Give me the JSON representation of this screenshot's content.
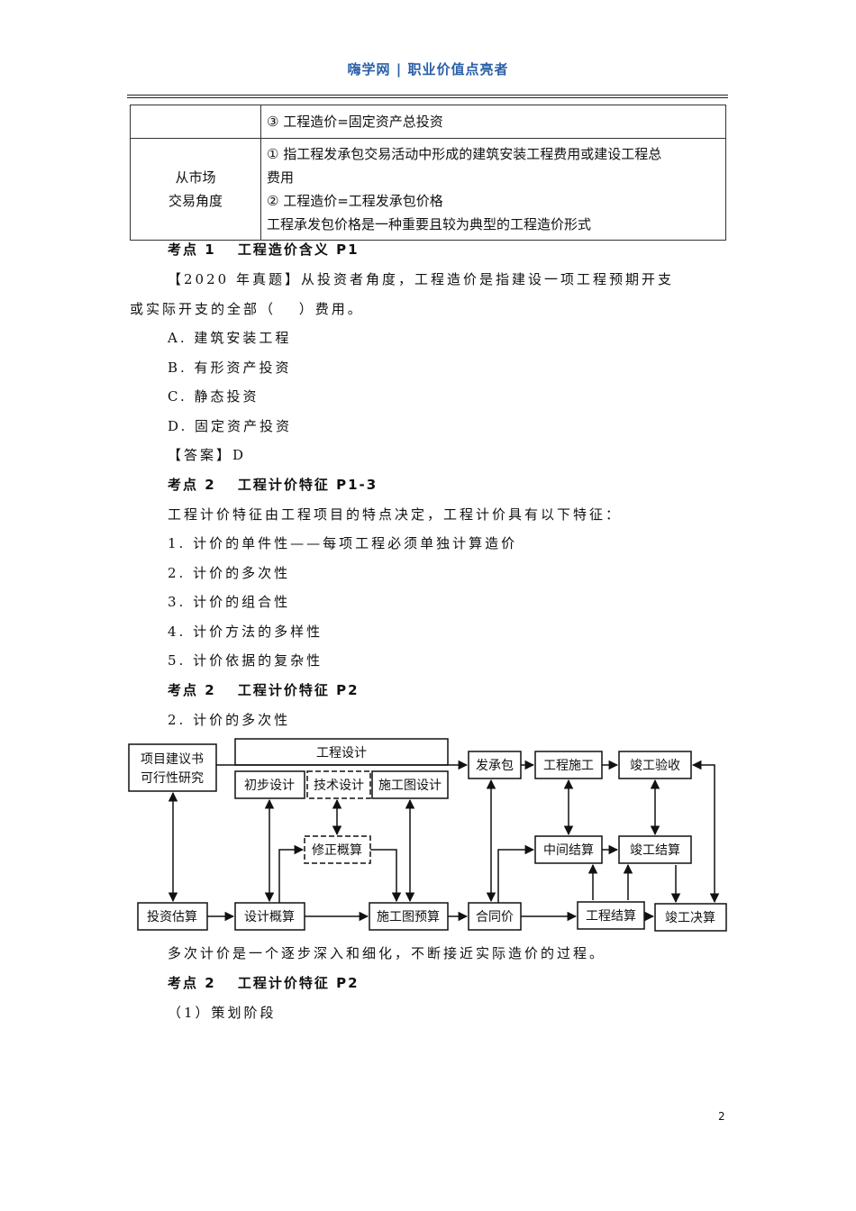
{
  "header": {
    "text": "嗨学网 | 职业价值点亮者"
  },
  "table": {
    "row1_right": "③ 工程造价=固定资产总投资",
    "row2_left_line1": "从市场",
    "row2_left_line2": "交易角度",
    "row2_right_line1": "① 指工程发承包交易活动中形成的建筑安装工程费用或建设工程总",
    "row2_right_line2": "费用",
    "row2_right_line3": "② 工程造价=工程发承包价格",
    "row2_right_line4": "工程承发包价格是一种重要且较为典型的工程造价形式"
  },
  "body": {
    "kd1": "考点 1　 工程造价含义 P1",
    "q_line1": "【2020 年真题】从投资者角度，工程造价是指建设一项工程预期开支",
    "q_line2": "或实际开支的全部（　 ）费用。",
    "optA": "A.  建筑安装工程",
    "optB": "B.  有形资产投资",
    "optC": "C.  静态投资",
    "optD": "D.  固定资产投资",
    "answer": "【答案】D",
    "kd2a": "考点 2　 工程计价特征 P1-3",
    "intro": "工程计价特征由工程项目的特点决定，工程计价具有以下特征：",
    "f1": "1.  计价的单件性——每项工程必须单独计算造价",
    "f2": "2.  计价的多次性",
    "f3": "3.  计价的组合性",
    "f4": "4.  计价方法的多样性",
    "f5": "5.  计价依据的复杂性",
    "kd2b": "考点 2　 工程计价特征 P2",
    "f2b": "2.  计价的多次性",
    "summary": "多次计价是一个逐步深入和细化，不断接近实际造价的过程。",
    "kd2c": "考点 2　 工程计价特征 P2",
    "stage": "（1）策划阶段"
  },
  "diagram": {
    "proj_1": "项目建议书",
    "proj_2": "可行性研究",
    "design": "工程设计",
    "prelim": "初步设计",
    "tech": "技术设计",
    "construct_design": "施工图设计",
    "revise_budget": "修正概算",
    "contract": "发承包",
    "construction": "工程施工",
    "acceptance": "竣工验收",
    "interim_settle": "中间结算",
    "completion_settle": "竣工结算",
    "invest_est": "投资估算",
    "design_budget": "设计概算",
    "construct_budget": "施工图预算",
    "contract_price": "合同价",
    "project_settle": "工程结算",
    "final_accounts": "竣工决算"
  },
  "page_number": "2"
}
